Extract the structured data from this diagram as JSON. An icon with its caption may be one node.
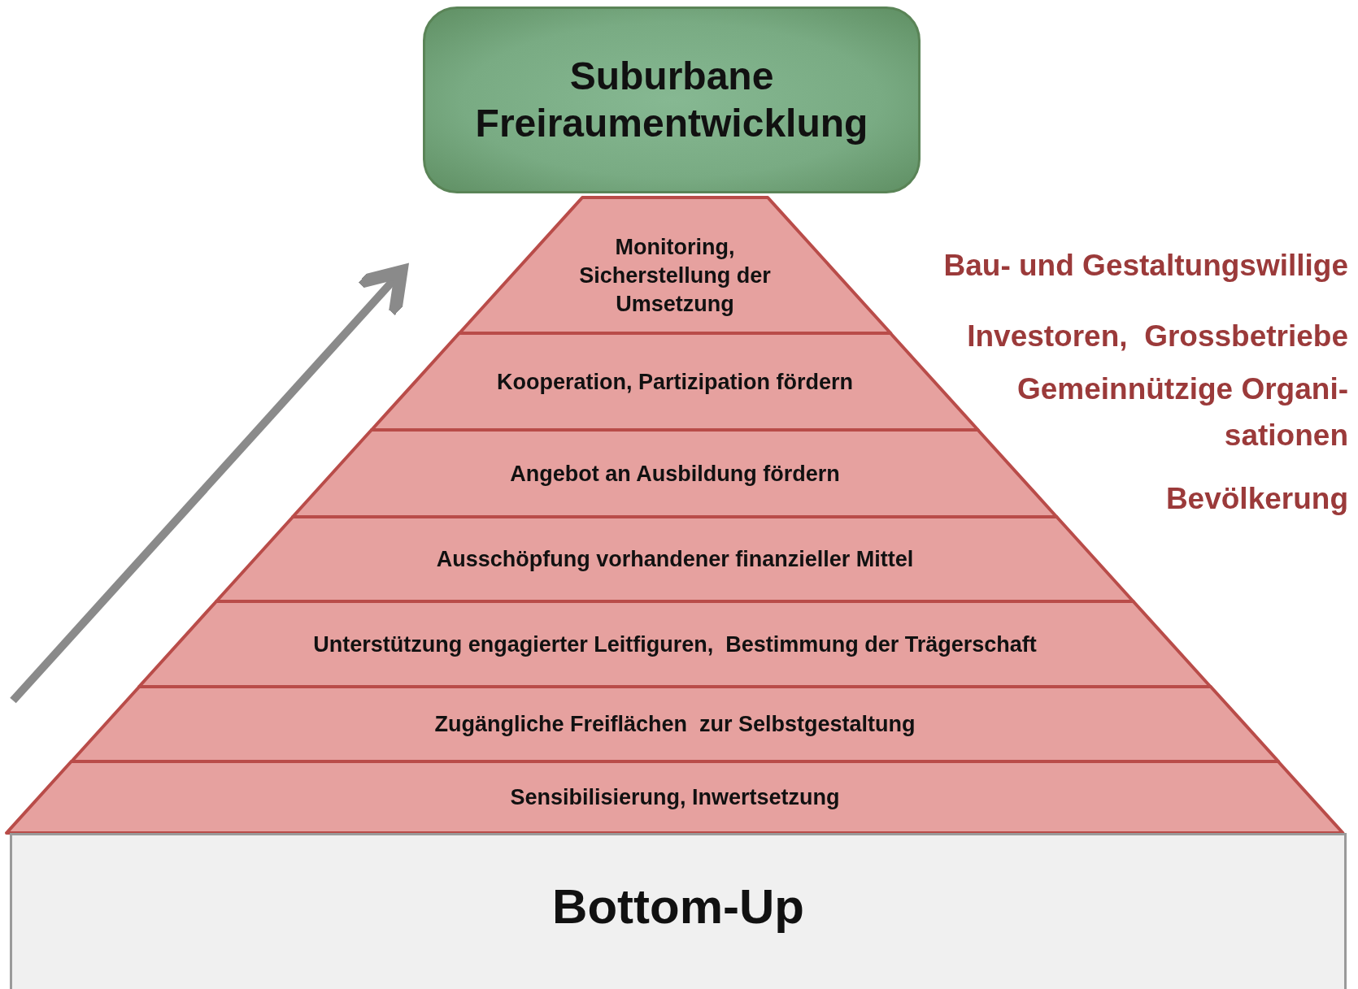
{
  "diagram": {
    "nodes": [
      {
        "text": [
          "Suburbane Freiraumentwicklung"
        ]
      },
      {
        "text": [
          "Monitoring, Sicherstellung der Umsetzung"
        ]
      },
      {
        "text": [
          "Kooperation, Partizipation fördern"
        ]
      },
      {
        "text": [
          "Angebot an Ausbildung fördern"
        ]
      },
      {
        "text": [
          "Ausschöpfung vorhandener finanzieller Mittel"
        ]
      },
      {
        "text": [
          "Unterstützung engagierter Leitfiguren,  Bestimmung der Trägerschaft"
        ]
      },
      {
        "text": [
          "Zugängliche Freiflächen  zur Selbstgestaltung"
        ]
      },
      {
        "text": [
          "Sensibilisierung, Inwertsetzung"
        ]
      },
      {
        "text": [
          "Bottom-Up"
        ]
      }
    ],
    "labels": [
      "Bau- und Gestaltungswillige",
      "Investoren,  Grossbetriebe",
      "Gemeinnützige Organi- sationen",
      "Bevölkerung"
    ]
  }
}
